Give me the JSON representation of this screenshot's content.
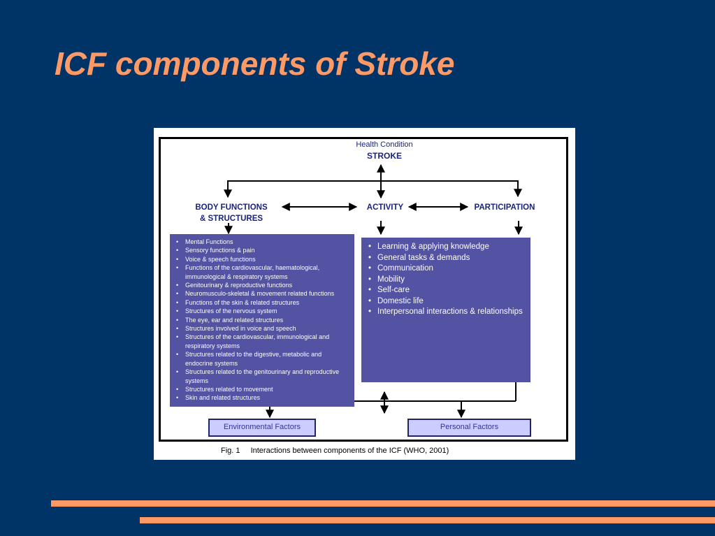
{
  "slide": {
    "title": "ICF components of Stroke"
  },
  "diagram": {
    "health_condition": {
      "label": "Health Condition",
      "name": "STROKE"
    },
    "components": {
      "body_functions": "BODY FUNCTIONS",
      "body_structures": "& STRUCTURES",
      "activity": "ACTIVITY",
      "participation": "PARTICIPATION"
    },
    "body_items": [
      "Mental Functions",
      "Sensory functions & pain",
      "Voice & speech functions",
      "Functions of the cardiovascular, haematological, immunological & respiratory systems",
      "Genitourinary & reproductive functions",
      "Neuromusculo-skeletal & movement related functions",
      "Functions of the skin & related structures",
      "Structures of the nervous system",
      "The eye, ear and related structures",
      "Structures involved in voice and speech",
      "Structures of the cardiovascular, immunological and respiratory systems",
      "Structures related to the digestive, metabolic and endocrine systems",
      "Structures related to the genitourinary and reproductive systems",
      "Structures related to movement",
      "Skin and related structures"
    ],
    "activity_participation_items": [
      "Learning & applying knowledge",
      "General tasks & demands",
      "Communication",
      "Mobility",
      "Self-care",
      "Domestic life",
      "Interpersonal interactions & relationships"
    ],
    "contextual_factors": {
      "environmental": "Environmental Factors",
      "personal": "Personal Factors"
    },
    "caption": {
      "figure": "Fig. 1",
      "text": "Interactions between components of the ICF (WHO, 2001)"
    }
  },
  "colors": {
    "background": "#003366",
    "accent": "#ff9966",
    "box_fill": "#5352a3",
    "factor_fill": "#ccccff",
    "label_text": "#1a237e"
  }
}
